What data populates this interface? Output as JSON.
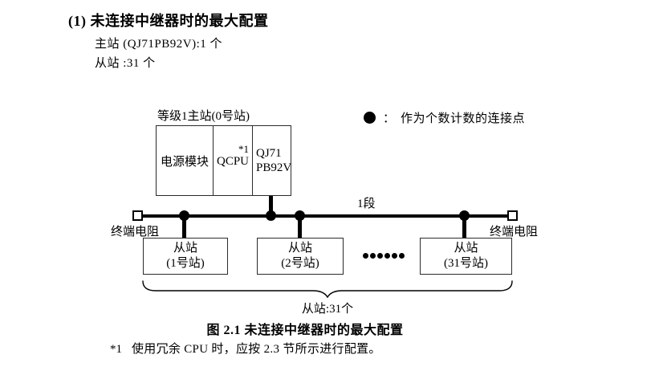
{
  "heading": {
    "title": "(1) 未连接中继器时的最大配置",
    "master_count": "主站 (QJ71PB92V):1 个",
    "slave_count": "从站 :31 个"
  },
  "legend": {
    "separator": "：",
    "text": "作为个数计数的连接点"
  },
  "diagram": {
    "master_station": {
      "label": "等级1主站(0号站)",
      "modules": {
        "power": "电源模块",
        "cpu": "QCPU",
        "cpu_note_ref": "*1",
        "network_line1": "QJ71",
        "network_line2": "PB92V"
      }
    },
    "bus": {
      "segment_label": "1段",
      "terminator_left": "终端电阻",
      "terminator_right": "终端电阻"
    },
    "slaves": [
      {
        "line1": "从站",
        "line2": "(1号站)"
      },
      {
        "line1": "从站",
        "line2": "(2号站)"
      },
      {
        "line1": "从站",
        "line2": "(31号站)"
      }
    ],
    "slaves_summary": "从站:31个"
  },
  "caption": "图 2.1 未连接中继器时的最大配置",
  "footnote": {
    "marker": "*1",
    "text": "使用冗余 CPU 时，应按 2.3 节所示进行配置。"
  },
  "colors": {
    "line": "#000000",
    "box_border": "#2b2b2b",
    "background": "#ffffff",
    "text": "#000000"
  }
}
